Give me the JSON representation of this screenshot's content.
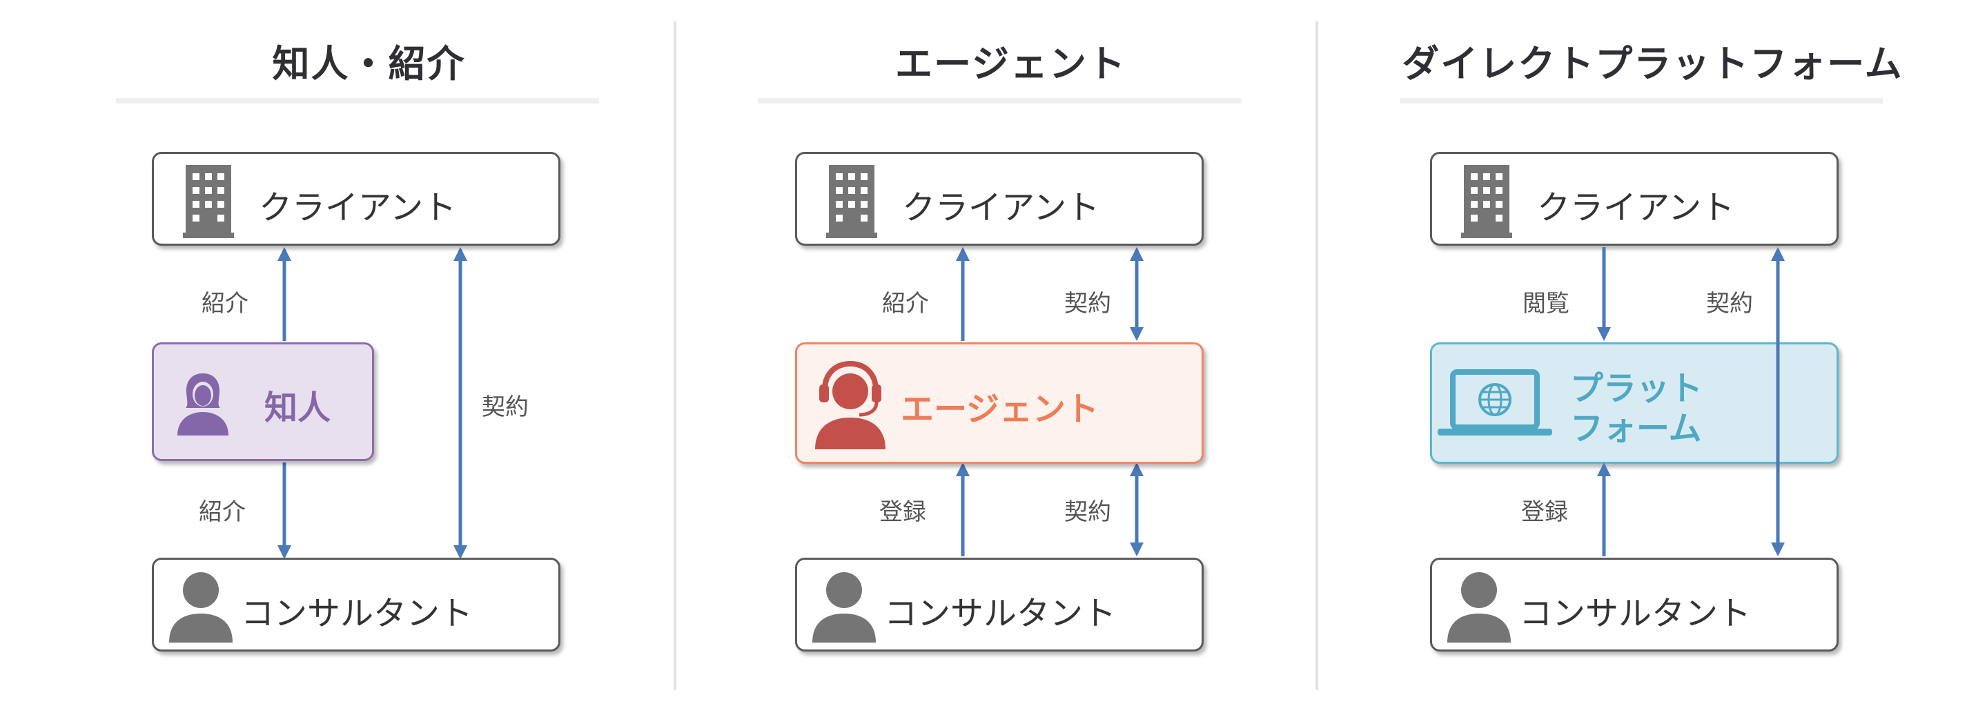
{
  "panels": [
    {
      "title": "知人・紹介",
      "client": "クライアント",
      "intermediary": "知人",
      "consultant": "コンサルタント",
      "edge_labels": {
        "upper_left": "紹介",
        "lower_left": "紹介",
        "right": "契約"
      }
    },
    {
      "title": "エージェント",
      "client": "クライアント",
      "intermediary": "エージェント",
      "consultant": "コンサルタント",
      "edge_labels": {
        "upper_left": "紹介",
        "upper_right": "契約",
        "lower_left": "登録",
        "lower_right": "契約"
      }
    },
    {
      "title": "ダイレクトプラットフォーム",
      "client": "クライアント",
      "intermediary_line1": "プラット",
      "intermediary_line2": "フォーム",
      "consultant": "コンサルタント",
      "edge_labels": {
        "upper_left": "閲覧",
        "upper_right": "契約",
        "lower_left": "登録"
      }
    }
  ],
  "colors": {
    "arrow": "#4a7ab8",
    "acquaintance": {
      "fill": "#e8e0ef",
      "border": "#8e6bb0",
      "text": "#8467a8"
    },
    "agent": {
      "fill": "#fef2ee",
      "border": "#ef8566",
      "text": "#ee7d57",
      "icon": "#c4504a"
    },
    "platform": {
      "fill": "#d8ebf2",
      "border": "#5fb5cc",
      "text": "#4fa8c4"
    },
    "icon_gray": "#757575"
  },
  "icons": {
    "client": "building-icon",
    "consultant": "person-icon",
    "acquaintance": "woman-icon",
    "agent": "headset-agent-icon",
    "platform": "laptop-globe-icon"
  }
}
